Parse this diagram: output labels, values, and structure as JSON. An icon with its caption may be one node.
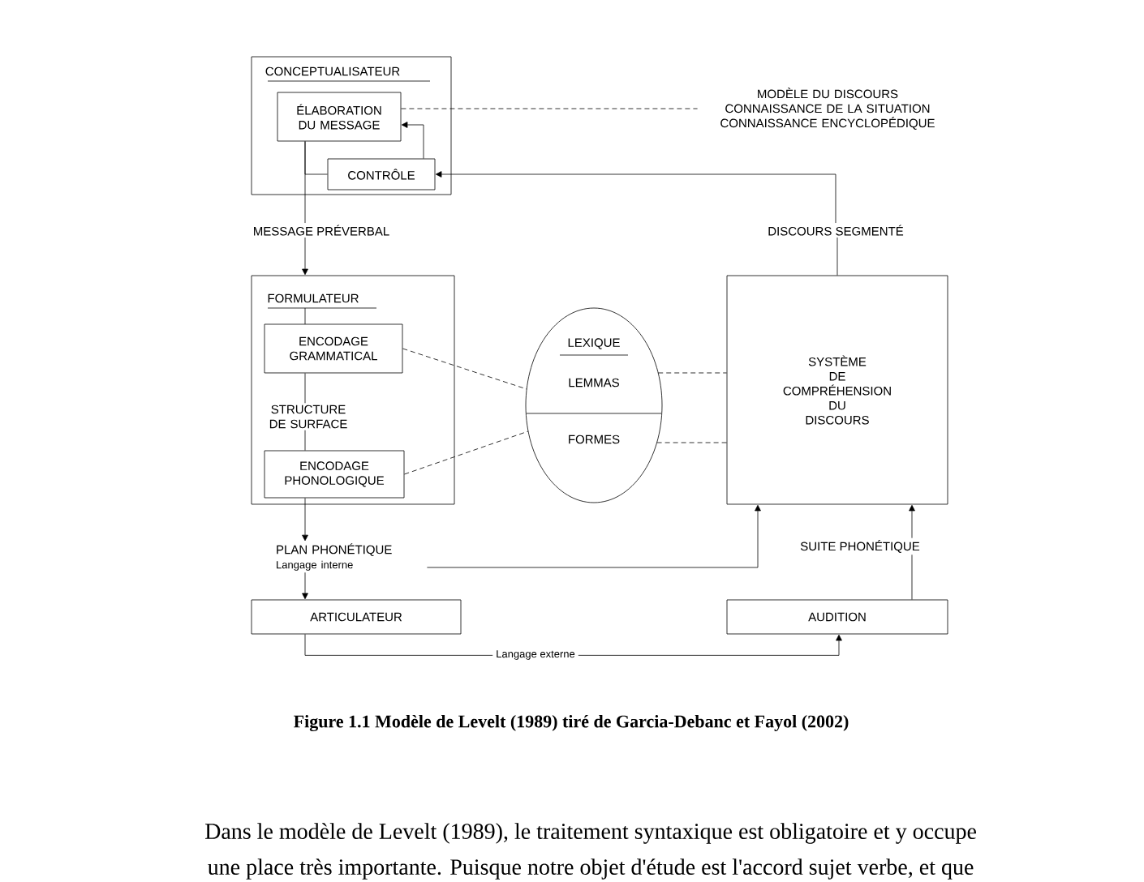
{
  "diagram": {
    "caption": "Figure 1.1 Modèle de Levelt (1989) tiré de Garcia-Debanc et Fayol (2002)",
    "nodes": [
      {
        "text": [
          "CONCEPTUALISATEUR"
        ]
      },
      {
        "text": [
          "ÉLABORATION DU MESSAGE"
        ],
        "in": 0
      },
      {
        "text": [
          "CONTRÔLE"
        ],
        "in": 0
      },
      {
        "text": [
          "MODÈLE DU DISCOURS CONNAISSANCE DE LA SITUATION CONNAISSANCE ENCYCLOPÉDIQUE"
        ]
      },
      {
        "text": [
          "FORMULATEUR"
        ]
      },
      {
        "text": [
          "ENCODAGE GRAMMATICAL"
        ],
        "in": 4
      },
      {
        "text": [
          "STRUCTURE DE SURFACE"
        ],
        "in": 4
      },
      {
        "text": [
          "ENCODAGE PHONOLOGIQUE"
        ],
        "in": 4
      },
      {
        "text": [
          "LEXIQUE",
          "LEMMAS",
          "FORMES"
        ]
      },
      {
        "text": [
          "SYSTÈME DE COMPRÉHENSION DU DISCOURS"
        ]
      },
      {
        "text": [
          "PLAN PHONÉTIQUE",
          "Langage interne"
        ]
      },
      {
        "text": [
          "ARTICULATEUR"
        ]
      },
      {
        "text": [
          "AUDITION"
        ]
      },
      {
        "text": [
          "MESSAGE PRÉVERBAL"
        ]
      },
      {
        "text": [
          "DISCOURS SEGMENTÉ"
        ]
      },
      {
        "text": [
          "SUITE PHONÉTIQUE"
        ]
      }
    ],
    "edges": [
      {
        "from": 1,
        "to": 3,
        "arrow": "none",
        "style": "dashed"
      },
      {
        "from": 2,
        "to": 1,
        "arrow": "to"
      },
      {
        "from": 1,
        "to": 13,
        "arrow": "none"
      },
      {
        "from": 1,
        "to": 2,
        "arrow": "none"
      },
      {
        "from": 13,
        "to": 4,
        "arrow": "to"
      },
      {
        "from": 14,
        "to": 2,
        "arrow": "to"
      },
      {
        "from": 9,
        "to": 14,
        "arrow": "none"
      },
      {
        "from": 5,
        "to": 6,
        "arrow": "none"
      },
      {
        "from": 6,
        "to": 7,
        "arrow": "none"
      },
      {
        "from": 5,
        "to": 8,
        "arrow": "none",
        "style": "dashed"
      },
      {
        "from": 7,
        "to": 8,
        "arrow": "none",
        "style": "dashed"
      },
      {
        "from": 8,
        "to": 9,
        "arrow": "none",
        "style": "dashed"
      },
      {
        "from": 8,
        "to": 9,
        "arrow": "none",
        "style": "dashed"
      },
      {
        "from": 7,
        "to": 10,
        "arrow": "to"
      },
      {
        "from": 10,
        "to": 11,
        "arrow": "to"
      },
      {
        "from": 10,
        "to": 9,
        "arrow": "to"
      },
      {
        "from": 12,
        "to": 15,
        "arrow": "none"
      },
      {
        "from": 15,
        "to": 9,
        "arrow": "to"
      },
      {
        "from": 11,
        "to": 12,
        "arrow": "to",
        "label": "Langage externe"
      }
    ],
    "labels": [
      "Dans le modèle de Levelt (1989), le traitement syntaxique est obligatoire et y occupe",
      "une place très importante. Puisque notre objet d'étude est l'accord sujet verbe, et que"
    ]
  }
}
